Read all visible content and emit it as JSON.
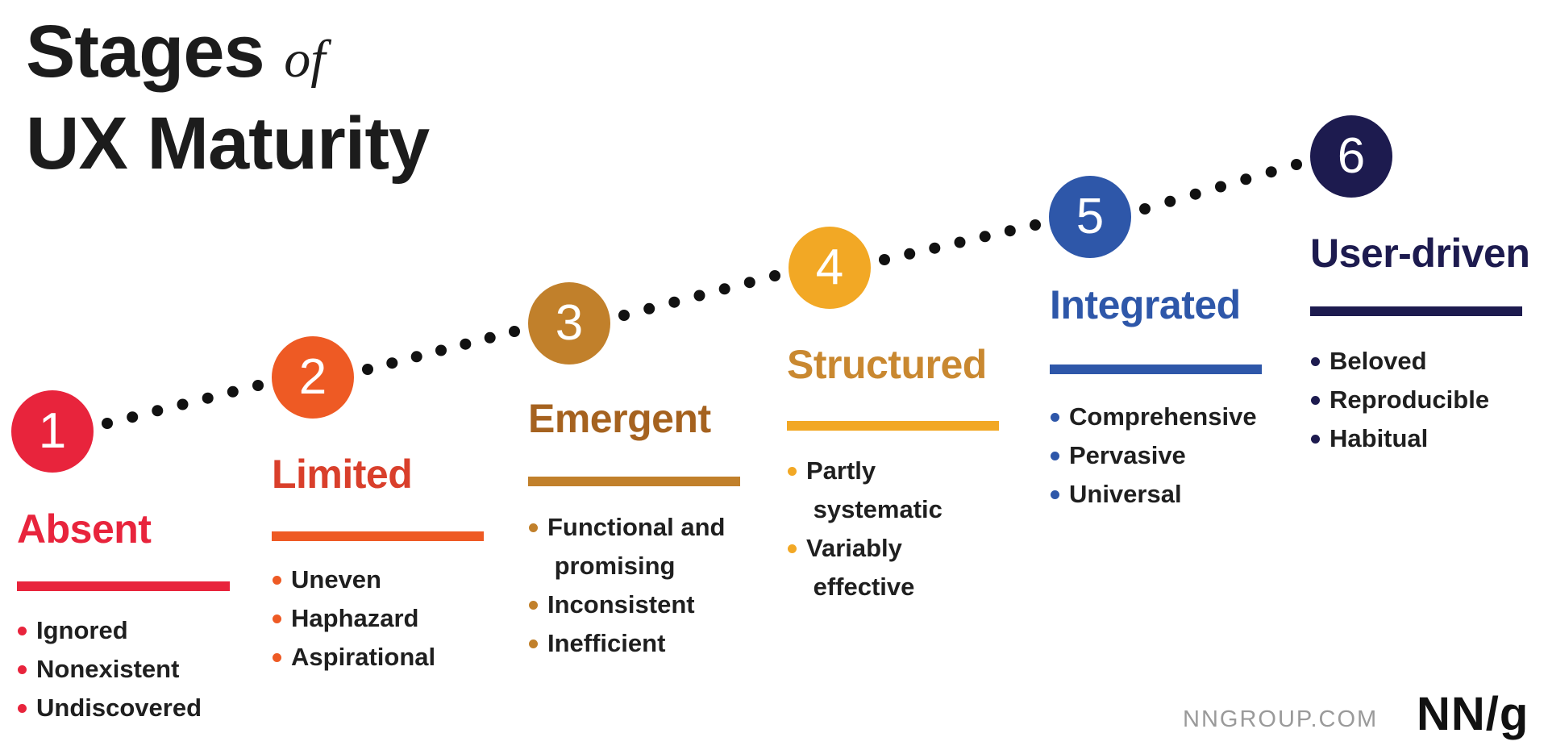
{
  "title": {
    "line1_main": "Stages",
    "line1_of": "of",
    "line2": "UX Maturity"
  },
  "stages": [
    {
      "number": "1",
      "name": "Absent",
      "color": "#e8243c",
      "traits": [
        "Ignored",
        "Nonexistent",
        "Undiscovered"
      ]
    },
    {
      "number": "2",
      "name": "Limited",
      "color": "#ee5a24",
      "name_color": "#d93f2b",
      "traits": [
        "Uneven",
        "Haphazard",
        "Aspirational"
      ]
    },
    {
      "number": "3",
      "name": "Emergent",
      "color": "#c1802b",
      "name_color": "#a5621f",
      "traits": [
        "Functional and\n promising",
        "Inconsistent",
        "Inefficient"
      ]
    },
    {
      "number": "4",
      "name": "Structured",
      "color": "#f2a825",
      "name_color": "#c98830",
      "traits": [
        "Partly\n systematic",
        "Variably\n effective"
      ]
    },
    {
      "number": "5",
      "name": "Integrated",
      "color": "#2e57a9",
      "traits": [
        "Comprehensive",
        "Pervasive",
        "Universal"
      ]
    },
    {
      "number": "6",
      "name": "User-driven",
      "color": "#1d1b4f",
      "traits": [
        "Beloved",
        "Reproducible",
        "Habitual"
      ]
    }
  ],
  "footer": {
    "url": "NNGROUP.COM",
    "logo": "NN/g"
  }
}
